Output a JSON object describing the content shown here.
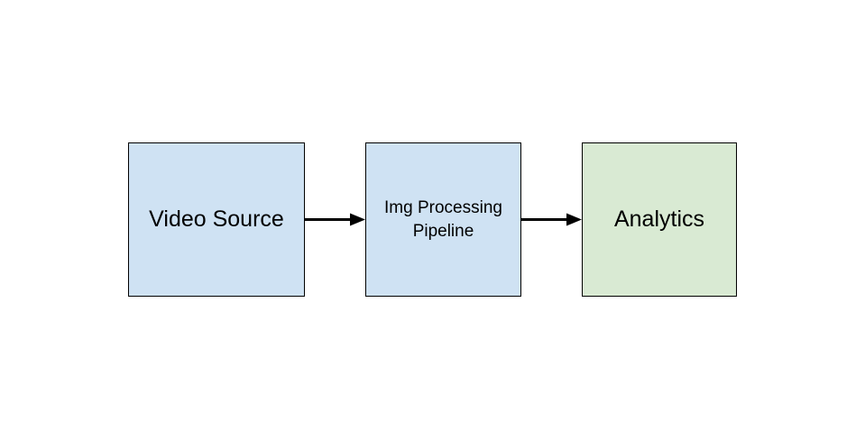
{
  "nodes": [
    {
      "id": "video-source",
      "label": "Video Source",
      "fill": "#cfe2f3"
    },
    {
      "id": "img-processing-pipeline",
      "lines": [
        "Img Processing",
        "Pipeline"
      ],
      "fill": "#cfe2f3"
    },
    {
      "id": "analytics",
      "label": "Analytics",
      "fill": "#d9ead3"
    }
  ],
  "edges": [
    {
      "from": "video-source",
      "to": "img-processing-pipeline"
    },
    {
      "from": "img-processing-pipeline",
      "to": "analytics"
    }
  ],
  "colors": {
    "stroke": "#000000",
    "background": "#ffffff"
  }
}
